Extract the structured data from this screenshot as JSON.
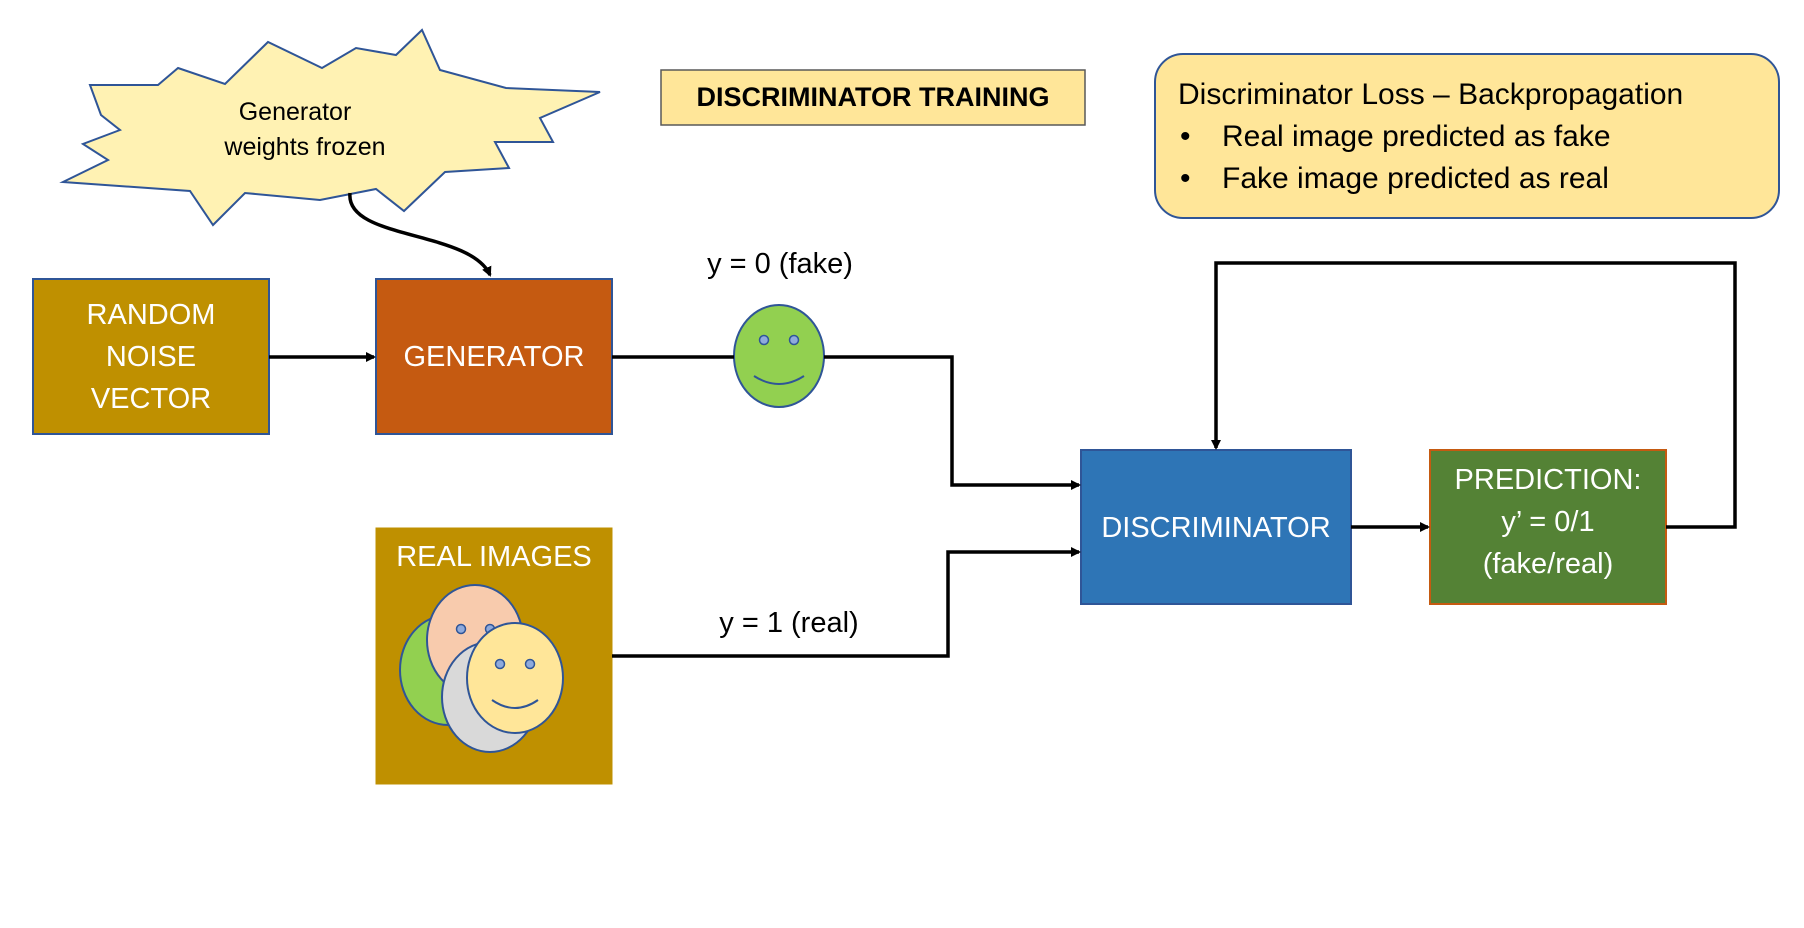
{
  "title": "DISCRIMINATOR TRAINING",
  "loss_box": {
    "heading": "Discriminator Loss – Backpropagation",
    "bullets": [
      "Real image predicted as fake",
      "Fake image predicted as real"
    ],
    "bullet_symbol": "•"
  },
  "burst": {
    "line1": "Generator",
    "line2": "weights frozen"
  },
  "nodes": {
    "noise": {
      "line1": "RANDOM",
      "line2": "NOISE",
      "line3": "VECTOR"
    },
    "generator": {
      "label": "GENERATOR"
    },
    "real_images": {
      "label": "REAL IMAGES"
    },
    "discriminator": {
      "label": "DISCRIMINATOR"
    },
    "prediction": {
      "line1": "PREDICTION:",
      "line2": "y’ = 0/1",
      "line3": "(fake/real)"
    }
  },
  "edge_labels": {
    "fake": "y = 0 (fake)",
    "real": "y = 1 (real)"
  },
  "colors": {
    "noise_fill": "#BF9000",
    "generator_fill": "#C55A11",
    "real_images_fill": "#BF9000",
    "discriminator_fill": "#2E75B6",
    "prediction_fill": "#548235",
    "prediction_border": "#C55A11",
    "loss_fill": "#FFE699",
    "burst_fill": "#FFF2B3",
    "node_border": "#2F5597",
    "face_green": "#92D050",
    "face_peach": "#F8CBAD",
    "face_gray": "#D9D9D9",
    "face_yellow": "#FFE699"
  },
  "icons": [
    "smiley-face-icon",
    "face-stack-icon",
    "burst-callout-icon"
  ]
}
